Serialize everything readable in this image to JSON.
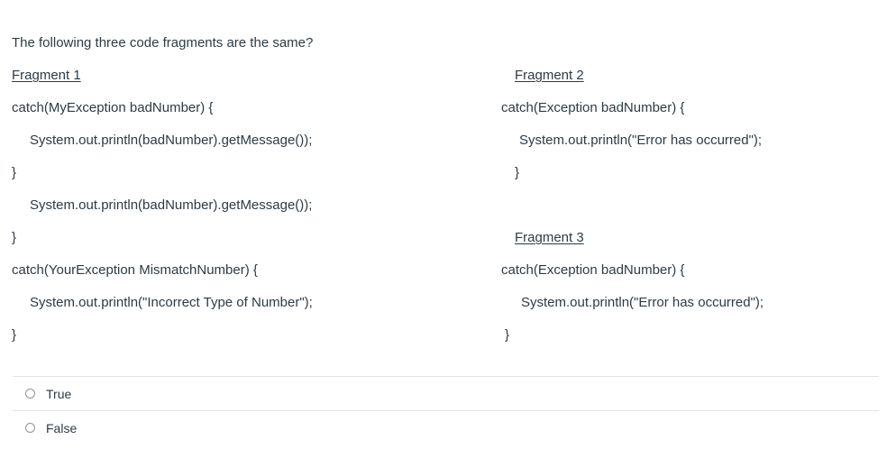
{
  "question": {
    "prompt": "The following three code fragments are the same?"
  },
  "fragments": {
    "left": [
      {
        "text": "Fragment 1",
        "style": "heading",
        "indent": 0
      },
      {
        "text": "catch(MyException badNumber) {",
        "style": "code",
        "indent": 0
      },
      {
        "text": "System.out.println(badNumber).getMessage());",
        "style": "code",
        "indent": 1
      },
      {
        "text": "}",
        "style": "code",
        "indent": 0
      },
      {
        "text": "System.out.println(badNumber).getMessage());",
        "style": "code",
        "indent": 1
      },
      {
        "text": "}",
        "style": "code",
        "indent": 0
      },
      {
        "text": "catch(YourException MismatchNumber) {",
        "style": "code",
        "indent": 0
      },
      {
        "text": "System.out.println(\"Incorrect Type of Number\");",
        "style": "code",
        "indent": 1
      },
      {
        "text": "}",
        "style": "code",
        "indent": 0
      }
    ],
    "right": [
      {
        "text": "Fragment 2",
        "style": "heading",
        "indent": 2
      },
      {
        "text": "catch(Exception badNumber) {",
        "style": "code",
        "indent": 0
      },
      {
        "text": "System.out.println(\"Error has occurred\");",
        "style": "code",
        "indent": 1
      },
      {
        "text": "}",
        "style": "code",
        "indent": 2
      },
      {
        "text": "",
        "style": "blank",
        "indent": 0
      },
      {
        "text": "Fragment 3",
        "style": "heading",
        "indent": 2
      },
      {
        "text": "catch(Exception badNumber) {",
        "style": "code",
        "indent": 0
      },
      {
        "text": "System.out.println(\"Error has occurred\");",
        "style": "code",
        "indent": 3
      },
      {
        "text": "}",
        "style": "code",
        "indent": 4
      }
    ]
  },
  "answers": {
    "options": [
      {
        "label": "True",
        "selected": false
      },
      {
        "label": "False",
        "selected": false
      }
    ]
  },
  "colors": {
    "text": "#2d3b45",
    "divider": "#e3e3e3",
    "radio_border": "#8b969e",
    "background": "#ffffff"
  }
}
